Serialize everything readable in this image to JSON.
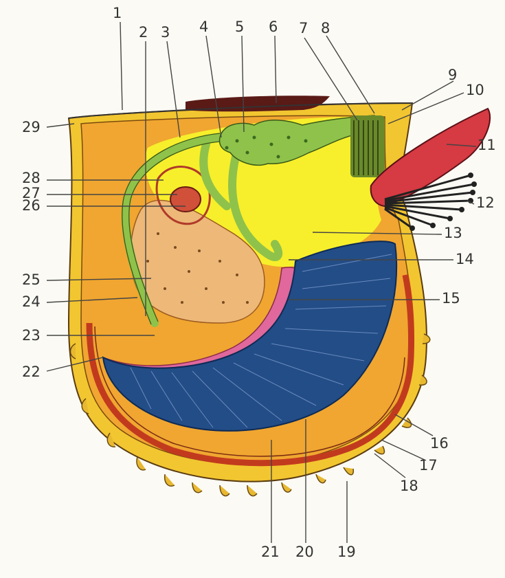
{
  "labels": {
    "n1": "1",
    "n2": "2",
    "n3": "3",
    "n4": "4",
    "n5": "5",
    "n6": "6",
    "n7": "7",
    "n8": "8",
    "n9": "9",
    "n10": "10",
    "n11": "11",
    "n12": "12",
    "n13": "13",
    "n14": "14",
    "n15": "15",
    "n16": "16",
    "n17": "17",
    "n18": "18",
    "n19": "19",
    "n20": "20",
    "n21": "21",
    "n22": "22",
    "n23": "23",
    "n24": "24",
    "n25": "25",
    "n26": "26",
    "n27": "27",
    "n28": "28",
    "n29": "29"
  },
  "colors": {
    "shell_outer": "#f2c630",
    "mantle": "#f0a630",
    "mantle_edge": "#c23a1e",
    "foot": "#f7ef2b",
    "gonad": "#edb878",
    "gills": "#234d86",
    "gill_base": "#e0689c",
    "digestive_green": "#8fc24a",
    "adductor_red": "#d63a42",
    "top_band": "#5a1a16",
    "byssus": "#222222"
  }
}
